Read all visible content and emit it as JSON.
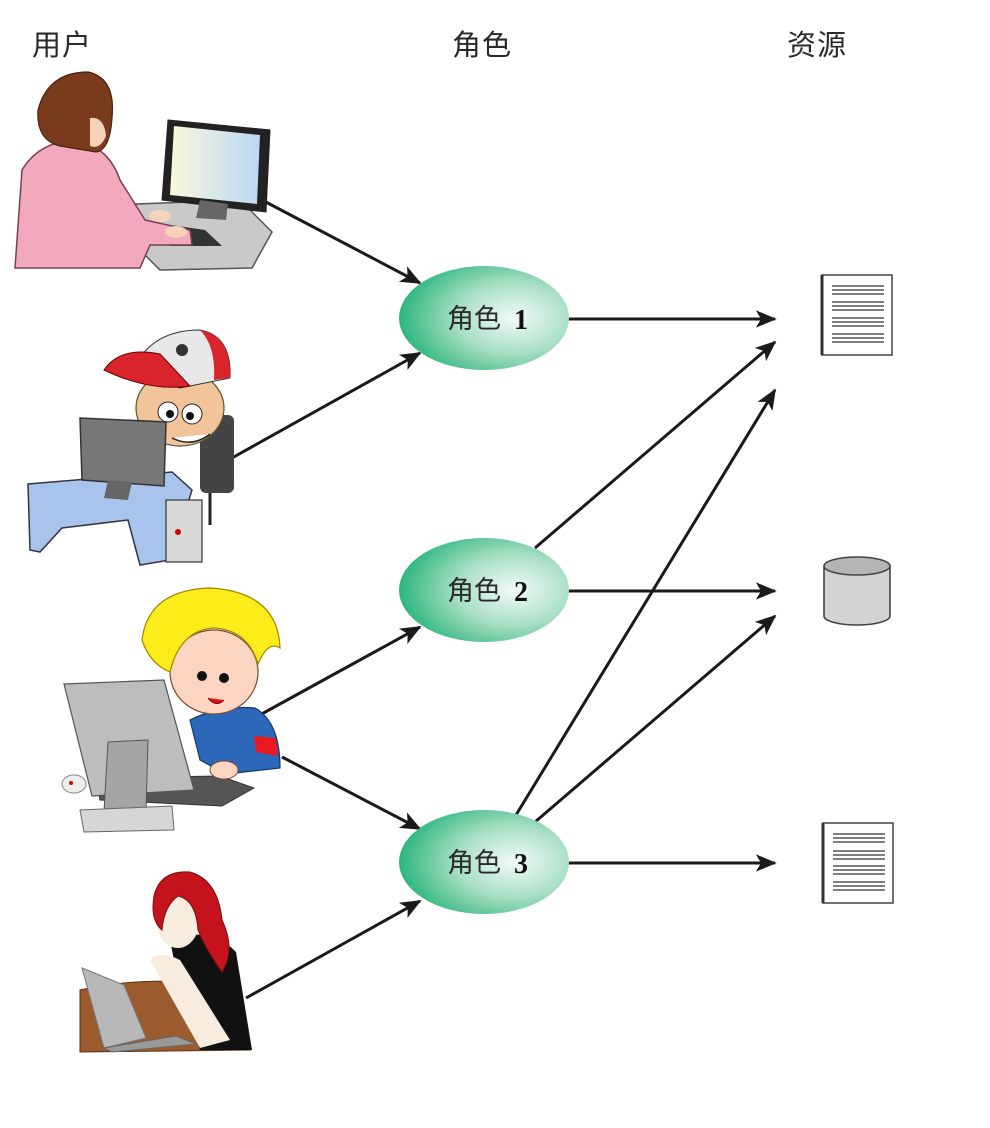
{
  "headers": {
    "users": "用户",
    "roles": "角色",
    "resources": "资源"
  },
  "users": [
    {
      "name": "user-1",
      "depiction": "woman-at-desktop-icon"
    },
    {
      "name": "user-2",
      "depiction": "hacker-kid-at-computer-icon"
    },
    {
      "name": "user-3",
      "depiction": "blond-boy-at-computer-icon"
    },
    {
      "name": "user-4",
      "depiction": "red-haired-woman-with-laptop-icon"
    }
  ],
  "roles": [
    {
      "prefix": "角色",
      "number": "1"
    },
    {
      "prefix": "角色",
      "number": "2"
    },
    {
      "prefix": "角色",
      "number": "3"
    }
  ],
  "resources": [
    {
      "type": "document-icon"
    },
    {
      "type": "database-icon"
    },
    {
      "type": "document-icon"
    }
  ],
  "edges": {
    "user_to_role": [
      [
        1,
        1
      ],
      [
        2,
        1
      ],
      [
        3,
        2
      ],
      [
        3,
        3
      ],
      [
        4,
        3
      ]
    ],
    "role_to_resource": [
      [
        1,
        1
      ],
      [
        2,
        1
      ],
      [
        2,
        2
      ],
      [
        3,
        1
      ],
      [
        3,
        2
      ],
      [
        3,
        3
      ]
    ]
  },
  "colors": {
    "role_fill_dark": "#14b174",
    "role_fill_light": "#e9f7f1",
    "arrow": "#1a1a1a",
    "database": "#d4d4d4"
  }
}
